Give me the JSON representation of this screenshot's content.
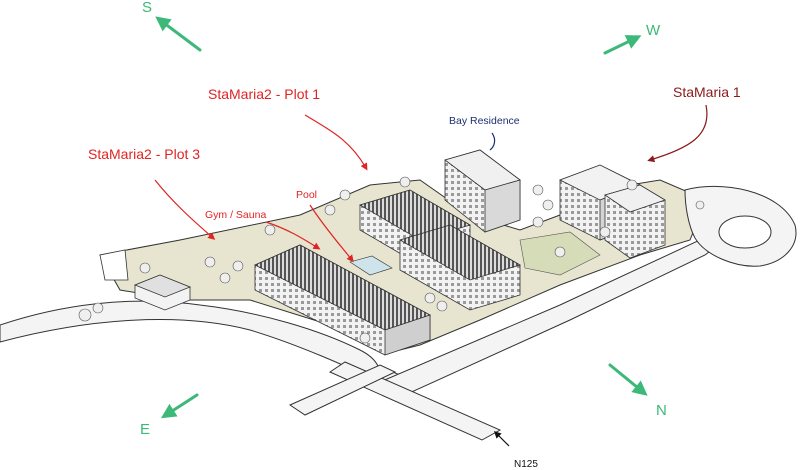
{
  "colors": {
    "compass": "#3cb878",
    "plot_label": "#e02424",
    "stamaria1": "#8b1a1a",
    "bay_residence": "#1f2f6e",
    "road_label": "#111111",
    "ground": "#e7e4cf",
    "road": "#f4f4f4",
    "outline": "#333333"
  },
  "compass": {
    "south": "S",
    "west": "W",
    "north": "N",
    "east": "E"
  },
  "labels": {
    "plot1": "StaMaria2 - Plot 1",
    "plot3": "StaMaria2 - Plot 3",
    "stamaria1": "StaMaria 1",
    "bay_residence": "Bay Residence",
    "pool": "Pool",
    "gym_sauna": "Gym / Sauna",
    "road": "N125"
  },
  "icons": {
    "arrow": "arrow-icon",
    "tree": "tree-icon"
  }
}
